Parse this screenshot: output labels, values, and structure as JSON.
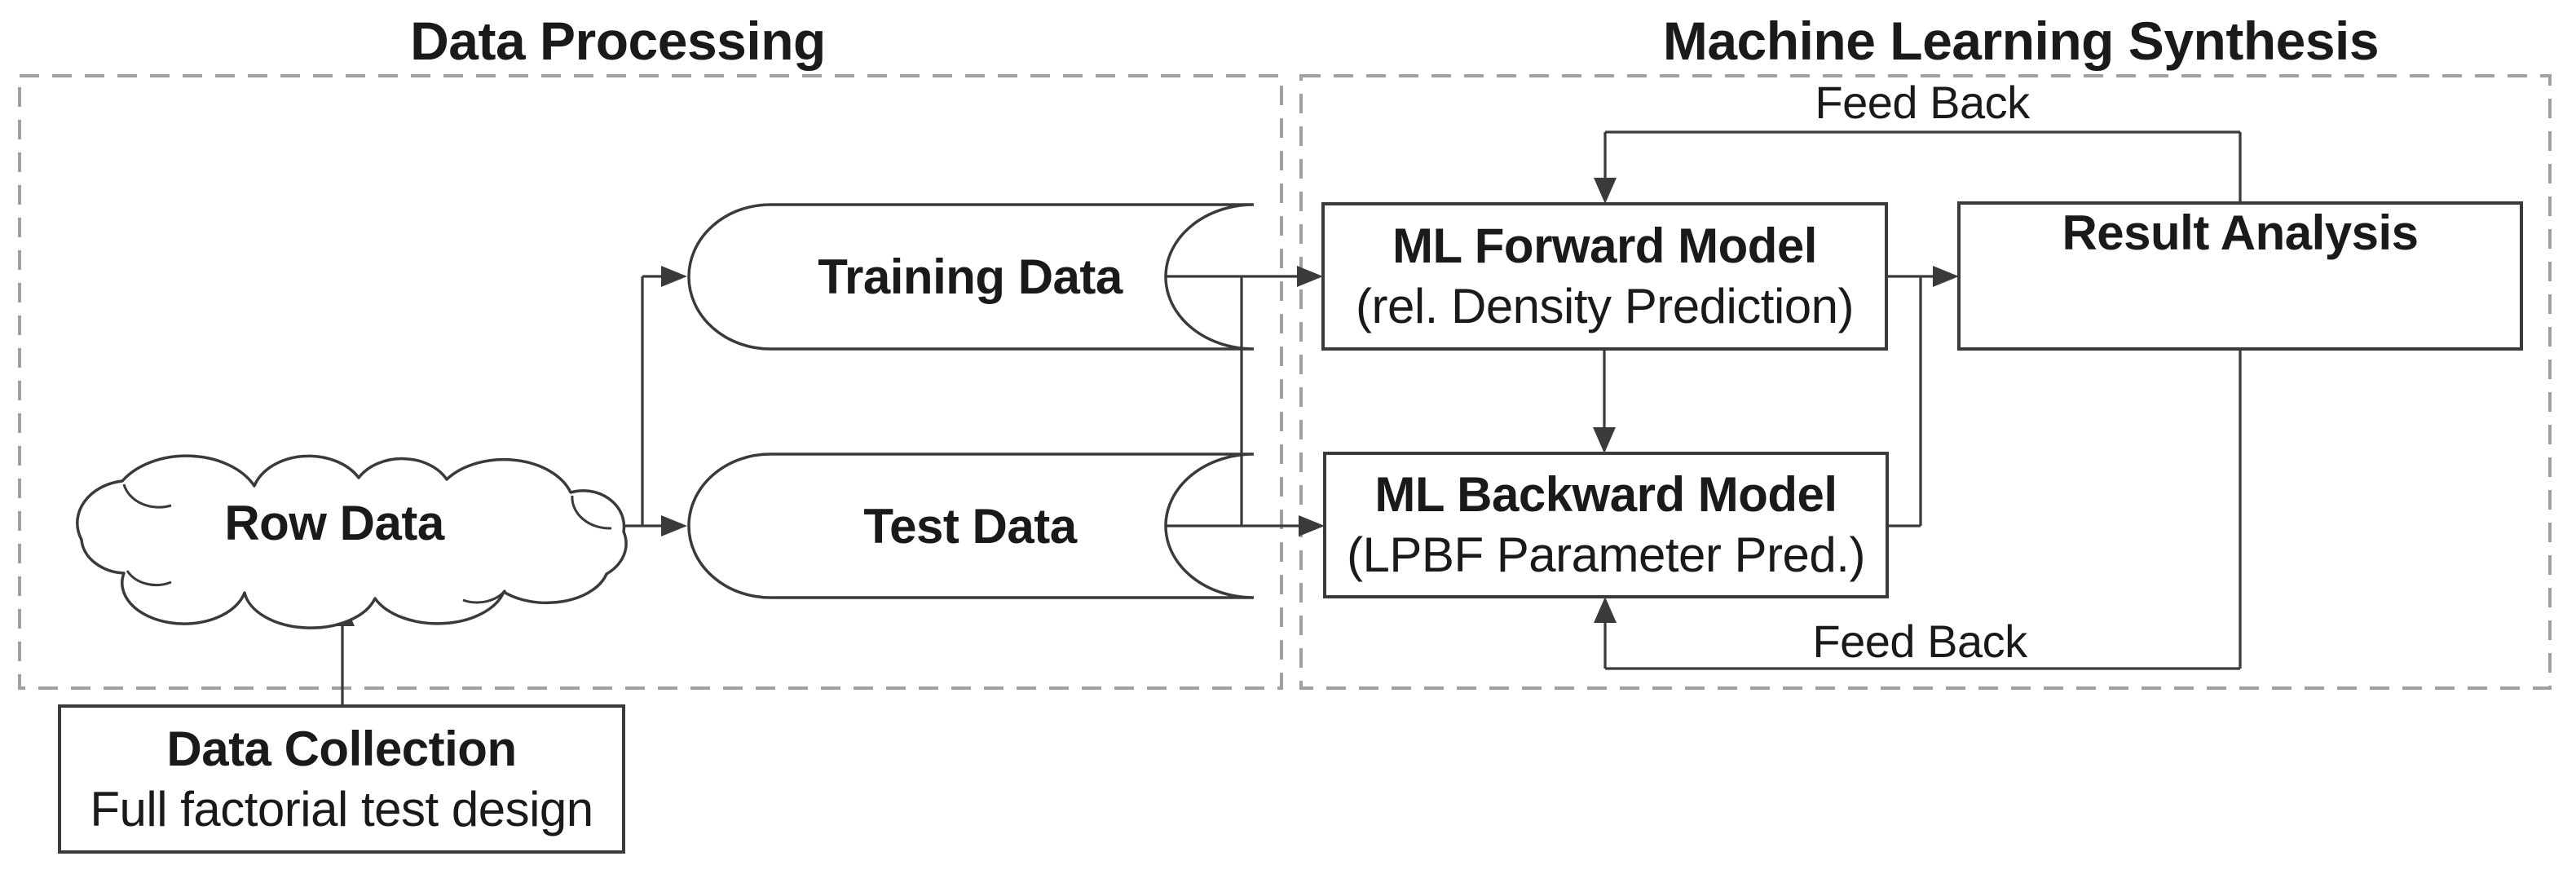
{
  "sections": {
    "data_processing": {
      "title": "Data Processing"
    },
    "ml_synthesis": {
      "title": "Machine Learning Synthesis"
    }
  },
  "nodes": {
    "row_data": {
      "label": "Row Data"
    },
    "training_data": {
      "label": "Training Data"
    },
    "test_data": {
      "label": "Test Data"
    },
    "data_collection": {
      "title": "Data Collection",
      "subtitle": "Full factorial test design"
    },
    "ml_forward": {
      "title": "ML Forward Model",
      "subtitle": "(rel. Density Prediction)"
    },
    "ml_backward": {
      "title": "ML Backward Model",
      "subtitle": "(LPBF Parameter Pred.)"
    },
    "result_analysis": {
      "title": "Result Analysis"
    }
  },
  "connectors": {
    "feedback_top": {
      "label": "Feed Back"
    },
    "feedback_bottom": {
      "label": "Feed Back"
    }
  },
  "colors": {
    "stroke": "#3a3a3a",
    "dashed_border": "#a0a0a0",
    "text": "#1a1a1a",
    "background": "#ffffff"
  }
}
